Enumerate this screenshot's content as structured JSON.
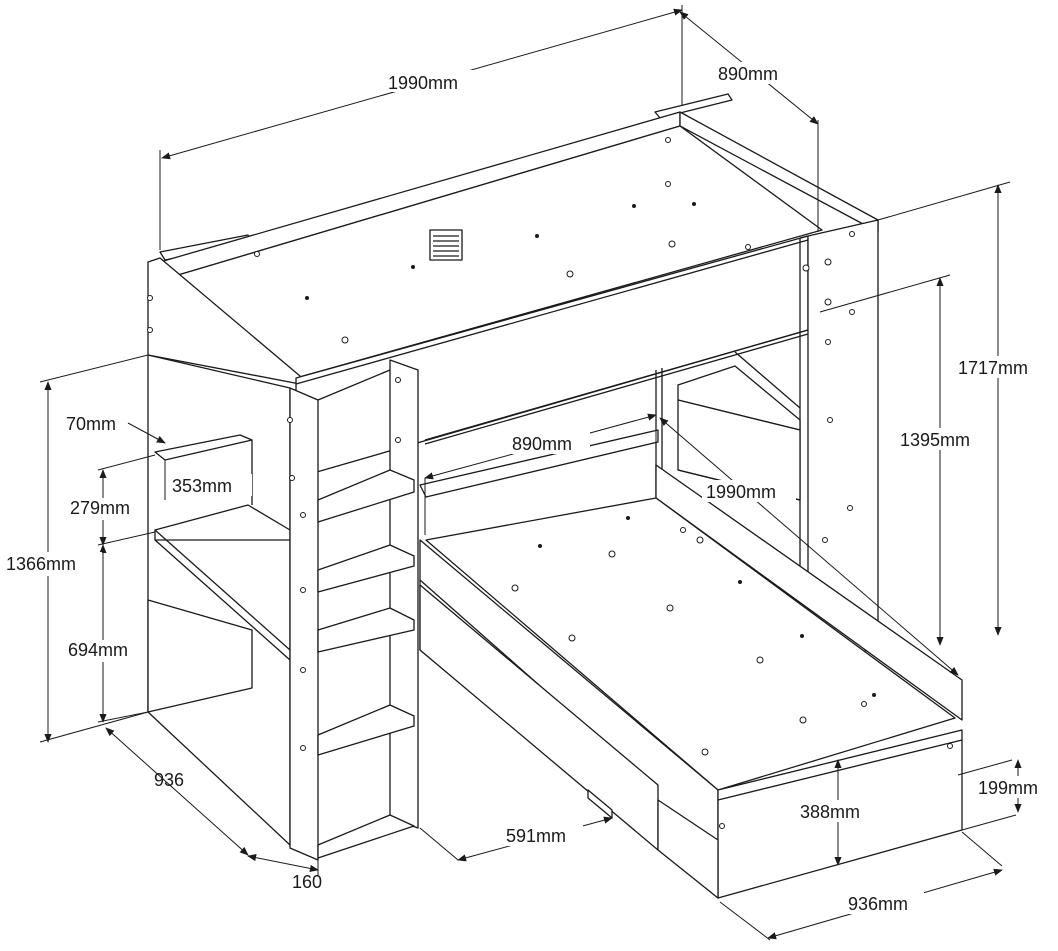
{
  "diagram": {
    "dimensions": {
      "top_length": "1990mm",
      "top_width": "890mm",
      "total_height": "1717mm",
      "upper_bed_height": "1395mm",
      "desk_edge": "70mm",
      "desk_depth": "353mm",
      "shelf_gap": "279mm",
      "desk_height": "694mm",
      "desk_unit_height": "1366mm",
      "desk_depth_bottom": "936",
      "ladder_depth": "160",
      "lower_width": "890mm",
      "lower_length": "1990mm",
      "drawer_gap": "591mm",
      "lower_side_height": "388mm",
      "lower_rail_height": "199mm",
      "lower_base_width": "936mm"
    }
  }
}
